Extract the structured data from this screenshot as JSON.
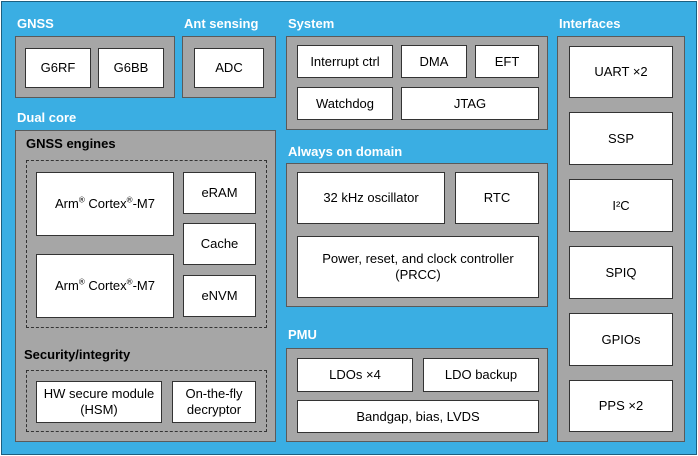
{
  "colors": {
    "background": "#3aaee3",
    "group": "#a6a6a6",
    "box": "#ffffff"
  },
  "gnss": {
    "title": "GNSS",
    "g6rf": "G6RF",
    "g6bb": "G6BB"
  },
  "ant_sensing": {
    "title": "Ant sensing",
    "adc": "ADC"
  },
  "system": {
    "title": "System",
    "interrupt": "Interrupt ctrl",
    "dma": "DMA",
    "eft": "EFT",
    "watchdog": "Watchdog",
    "jtag": "JTAG"
  },
  "interfaces": {
    "title": "Interfaces",
    "uart": "UART ×2",
    "ssp": "SSP",
    "i2c": "I²C",
    "spiq": "SPIQ",
    "gpios": "GPIOs",
    "pps": "PPS ×2"
  },
  "dual_core": {
    "title": "Dual core",
    "engines_title": "GNSS engines",
    "core1": {
      "a": "Arm",
      "sup1": "®",
      "b": " Cortex",
      "sup2": "®",
      "c": "-M7"
    },
    "core2": {
      "a": "Arm",
      "sup1": "®",
      "b": " Cortex",
      "sup2": "®",
      "c": "-M7"
    },
    "eram": "eRAM",
    "cache": "Cache",
    "envm": "eNVM",
    "security_title": "Security/integrity",
    "hsm_line1": "HW secure module",
    "hsm_line2": "(HSM)",
    "otf_line1": "On-the-fly",
    "otf_line2": "decryptor"
  },
  "always_on": {
    "title": "Always on domain",
    "osc": "32 kHz oscillator",
    "rtc": "RTC",
    "prcc_line1": "Power, reset, and clock controller",
    "prcc_line2": "(PRCC)"
  },
  "pmu": {
    "title": "PMU",
    "ldos": "LDOs ×4",
    "ldo_backup": "LDO backup",
    "bandgap": "Bandgap, bias, LVDS"
  }
}
